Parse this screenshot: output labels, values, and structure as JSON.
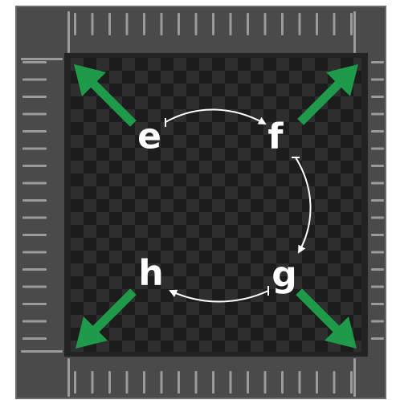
{
  "labels": {
    "top_left": "e",
    "top_right": "f",
    "bottom_right": "g",
    "bottom_left": "h"
  },
  "colors": {
    "outer_frame": "#4a4a4a",
    "frame_border": "#6a6a6a",
    "inner_panel": "#232323",
    "checker_dark": "#1c1c1c",
    "checker_light": "#2e2e2e",
    "expand_arrows": "#1f9a4a",
    "cycle_arrows": "#ffffff",
    "edge_pins": "#9a9a9a"
  },
  "icons": {
    "corner_arrows": "diagonal-expand-arrow-icon",
    "cycle_arrows": "curved-arrow-icon",
    "edge_pins": "resize-pin-icon"
  }
}
